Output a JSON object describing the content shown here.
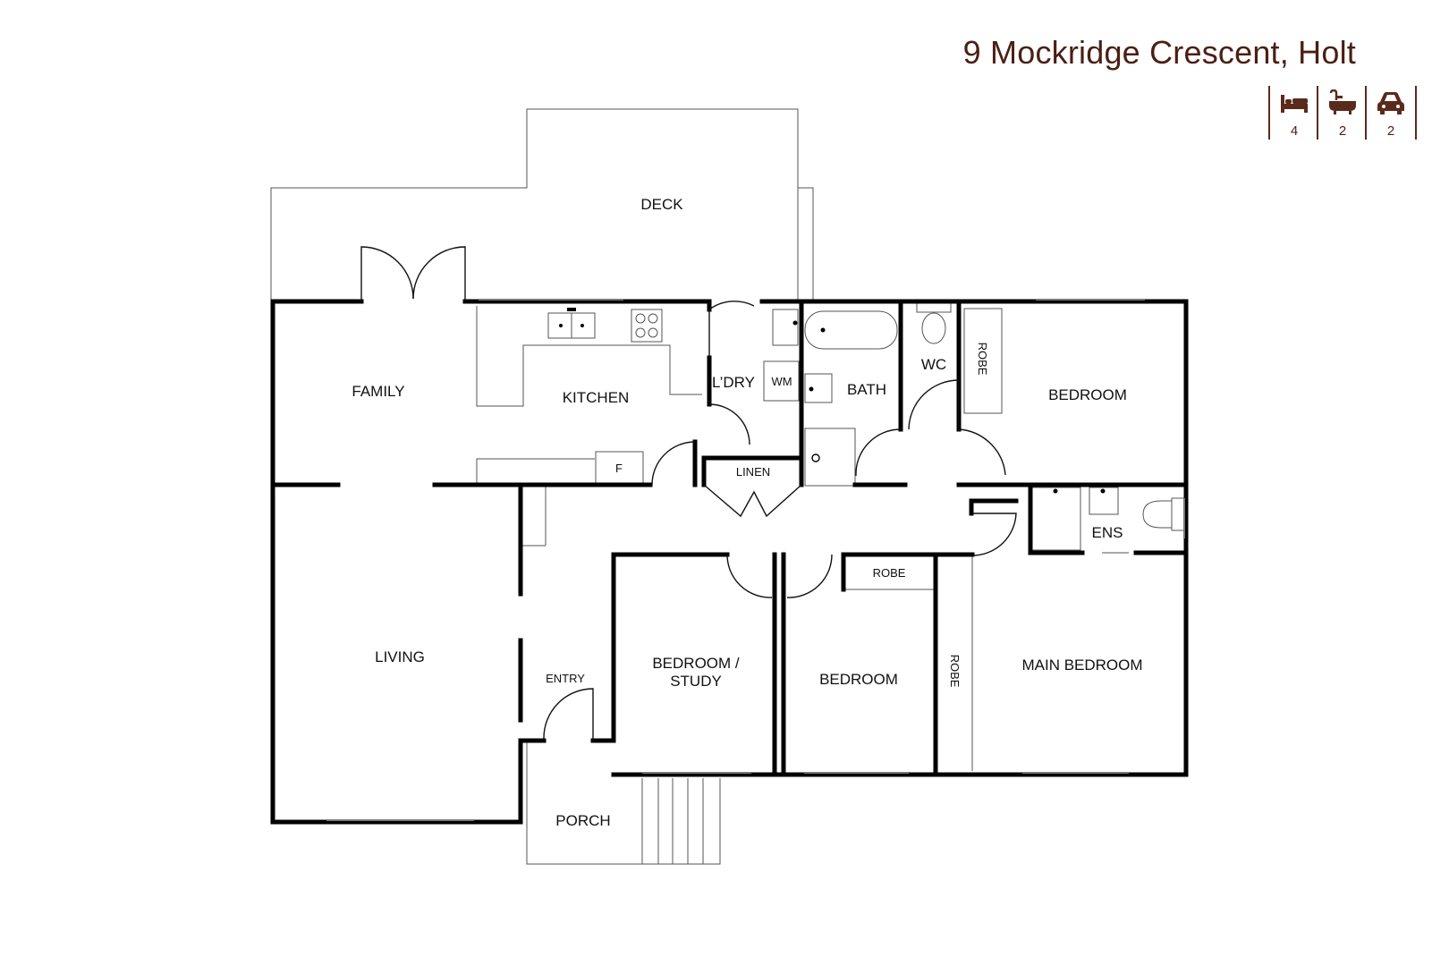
{
  "title": "9 Mockridge Crescent, Holt",
  "features": [
    {
      "icon": "bed-icon",
      "count": "4"
    },
    {
      "icon": "bath-icon",
      "count": "2"
    },
    {
      "icon": "car-icon",
      "count": "2"
    }
  ],
  "rooms": {
    "deck": "DECK",
    "family": "FAMILY",
    "kitchen": "KITCHEN",
    "laundry": "L’DRY",
    "washing_machine": "WM",
    "bath": "BATH",
    "wc": "WC",
    "robe_top": "ROBE",
    "bedroom_top": "BEDROOM",
    "linen": "LINEN",
    "fridge": "F",
    "ensuite": "ENS",
    "living": "LIVING",
    "entry": "ENTRY",
    "bedroom_study_1": "BEDROOM /",
    "bedroom_study_2": "STUDY",
    "bedroom_mid": "BEDROOM",
    "robe_mid": "ROBE",
    "robe_side": "ROBE",
    "main_bedroom": "MAIN BEDROOM",
    "porch": "PORCH"
  },
  "colors": {
    "accent": "#4a1f14",
    "wall": "#000000"
  }
}
